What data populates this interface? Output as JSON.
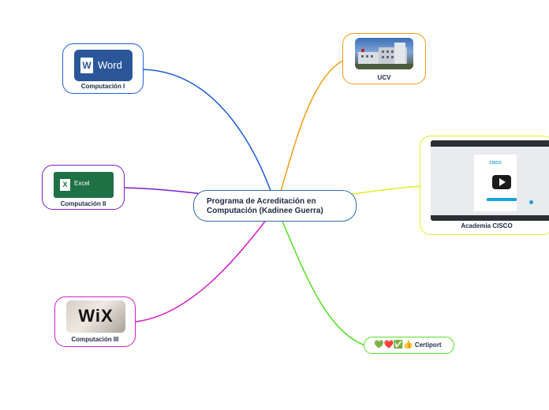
{
  "central": {
    "title": "Programa de Acreditación en Computación (Kadinee Guerra)"
  },
  "nodes": {
    "comp1": {
      "label": "Computación I",
      "image_text": "Word",
      "logo_letter": "W",
      "color": "#1f5fd6"
    },
    "comp2": {
      "label": "Computación II",
      "image_text": "Excel",
      "logo_letter": "X",
      "color": "#7f1fc9"
    },
    "comp3": {
      "label": "Computación III",
      "image_text": "WiX",
      "color": "#d31fc8"
    },
    "ucv": {
      "label": "UCV",
      "color": "#f59a13"
    },
    "cisco": {
      "label": "Academia CISCO",
      "image_text": "CISCO",
      "color": "#dff024"
    },
    "certiport": {
      "label": "Certiport",
      "emojis": "💚❤️✅👍",
      "color": "#52e024"
    }
  }
}
